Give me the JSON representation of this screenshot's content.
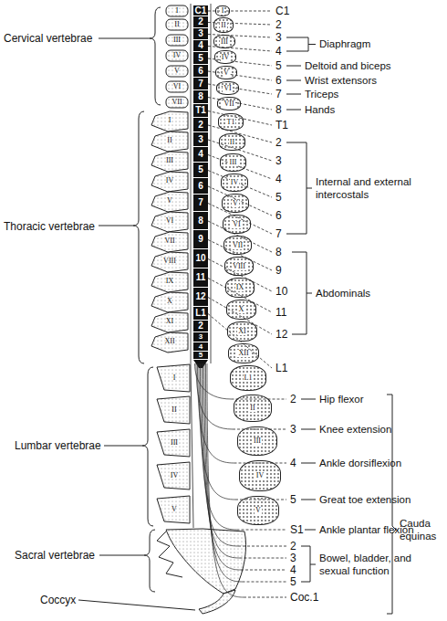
{
  "diagram": {
    "nodes": [
      {
        "text": [
          "C1"
        ]
      },
      {
        "text": [
          "2"
        ]
      },
      {
        "text": [
          "3"
        ]
      },
      {
        "text": [
          "4"
        ]
      },
      {
        "text": [
          "5"
        ]
      },
      {
        "text": [
          "6"
        ]
      },
      {
        "text": [
          "7"
        ]
      },
      {
        "text": [
          "8"
        ]
      },
      {
        "text": [
          "T1"
        ]
      },
      {
        "text": [
          "2"
        ]
      },
      {
        "text": [
          "3"
        ]
      },
      {
        "text": [
          "4"
        ]
      },
      {
        "text": [
          "5"
        ]
      },
      {
        "text": [
          "6"
        ]
      },
      {
        "text": [
          "7"
        ]
      },
      {
        "text": [
          "8"
        ]
      },
      {
        "text": [
          "9"
        ]
      },
      {
        "text": [
          "10"
        ]
      },
      {
        "text": [
          "11"
        ]
      },
      {
        "text": [
          "12"
        ]
      },
      {
        "text": [
          "L1"
        ]
      },
      {
        "text": [
          "2"
        ]
      },
      {
        "text": [
          "3"
        ]
      },
      {
        "text": [
          "4"
        ]
      },
      {
        "text": [
          "5"
        ]
      },
      {
        "text": [
          "I"
        ]
      },
      {
        "text": [
          "II"
        ]
      },
      {
        "text": [
          "III"
        ]
      },
      {
        "text": [
          "IV"
        ]
      },
      {
        "text": [
          "V"
        ]
      },
      {
        "text": [
          "VI"
        ]
      },
      {
        "text": [
          "VII"
        ]
      },
      {
        "text": [
          "T1"
        ]
      },
      {
        "text": [
          "II"
        ]
      },
      {
        "text": [
          "III"
        ]
      },
      {
        "text": [
          "IV"
        ]
      },
      {
        "text": [
          "V"
        ]
      },
      {
        "text": [
          "VI"
        ]
      },
      {
        "text": [
          "VII"
        ]
      },
      {
        "text": [
          "VIII"
        ]
      },
      {
        "text": [
          "IX"
        ]
      },
      {
        "text": [
          "X"
        ]
      },
      {
        "text": [
          "XI"
        ]
      },
      {
        "text": [
          "XII"
        ]
      },
      {
        "text": [
          "L1"
        ]
      },
      {
        "text": [
          "II"
        ]
      },
      {
        "text": [
          "III"
        ]
      },
      {
        "text": [
          "IV"
        ]
      },
      {
        "text": [
          "V"
        ]
      }
    ],
    "labels": [
      "Cervical vertebrae",
      "Thoracic vertebrae",
      "Lumbar vertebrae",
      "Sacral vertebrae",
      "Coccyx",
      "I",
      "II",
      "III",
      "IV",
      "V",
      "VI",
      "VII",
      "I",
      "II",
      "III",
      "IV",
      "V",
      "VI",
      "VII",
      "VIII",
      "IX",
      "X",
      "XI",
      "XII",
      "I",
      "II",
      "III",
      "IV",
      "V",
      "C1",
      "2",
      "3",
      "4",
      "5",
      "6",
      "7",
      "8",
      "T1",
      "2",
      "3",
      "4",
      "5",
      "6",
      "7",
      "8",
      "9",
      "10",
      "11",
      "12",
      "L1",
      "2",
      "3",
      "4",
      "5",
      "S1",
      "2",
      "3",
      "4",
      "5",
      "Coc.1",
      "Diaphragm",
      "Deltoid and biceps",
      "Wrist extensors",
      "Triceps",
      "Hands",
      "Internal and external intercostals",
      "Abdominals",
      "Hip flexor",
      "Knee extension",
      "Ankle dorsiflexion",
      "Great toe extension",
      "Ankle plantar flexion",
      "Bowel, bladder, and sexual function",
      "Cauda equinas"
    ]
  }
}
